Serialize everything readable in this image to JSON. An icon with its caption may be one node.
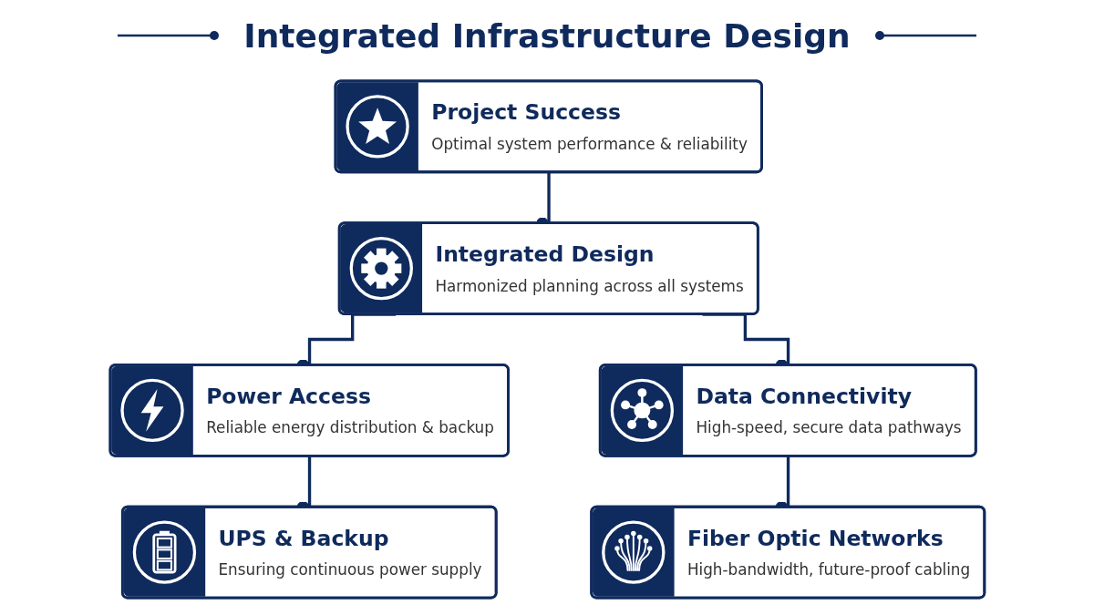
{
  "diagram": {
    "title": "Integrated Infrastructure Design",
    "nodes": [
      {
        "text": [
          "Project Success",
          "Optimal system performance & reliability"
        ]
      },
      {
        "text": [
          "Integrated Design",
          "Harmonized planning across all systems"
        ]
      },
      {
        "text": [
          "Power Access",
          "Reliable energy distribution & backup"
        ]
      },
      {
        "text": [
          "Data Connectivity",
          "High-speed, secure data pathways"
        ]
      },
      {
        "text": [
          "UPS & Backup",
          "Ensuring continuous power supply"
        ]
      },
      {
        "text": [
          "Fiber Optic Networks",
          "High-bandwidth, future-proof cabling"
        ]
      }
    ],
    "edges": [
      {
        "from": 0,
        "to": 1,
        "arrow": "other"
      },
      {
        "from": 1,
        "to": 2,
        "arrow": "other"
      },
      {
        "from": 1,
        "to": 3,
        "arrow": "other"
      },
      {
        "from": 2,
        "to": 4,
        "arrow": "other"
      },
      {
        "from": 3,
        "to": 5,
        "arrow": "other"
      }
    ]
  }
}
